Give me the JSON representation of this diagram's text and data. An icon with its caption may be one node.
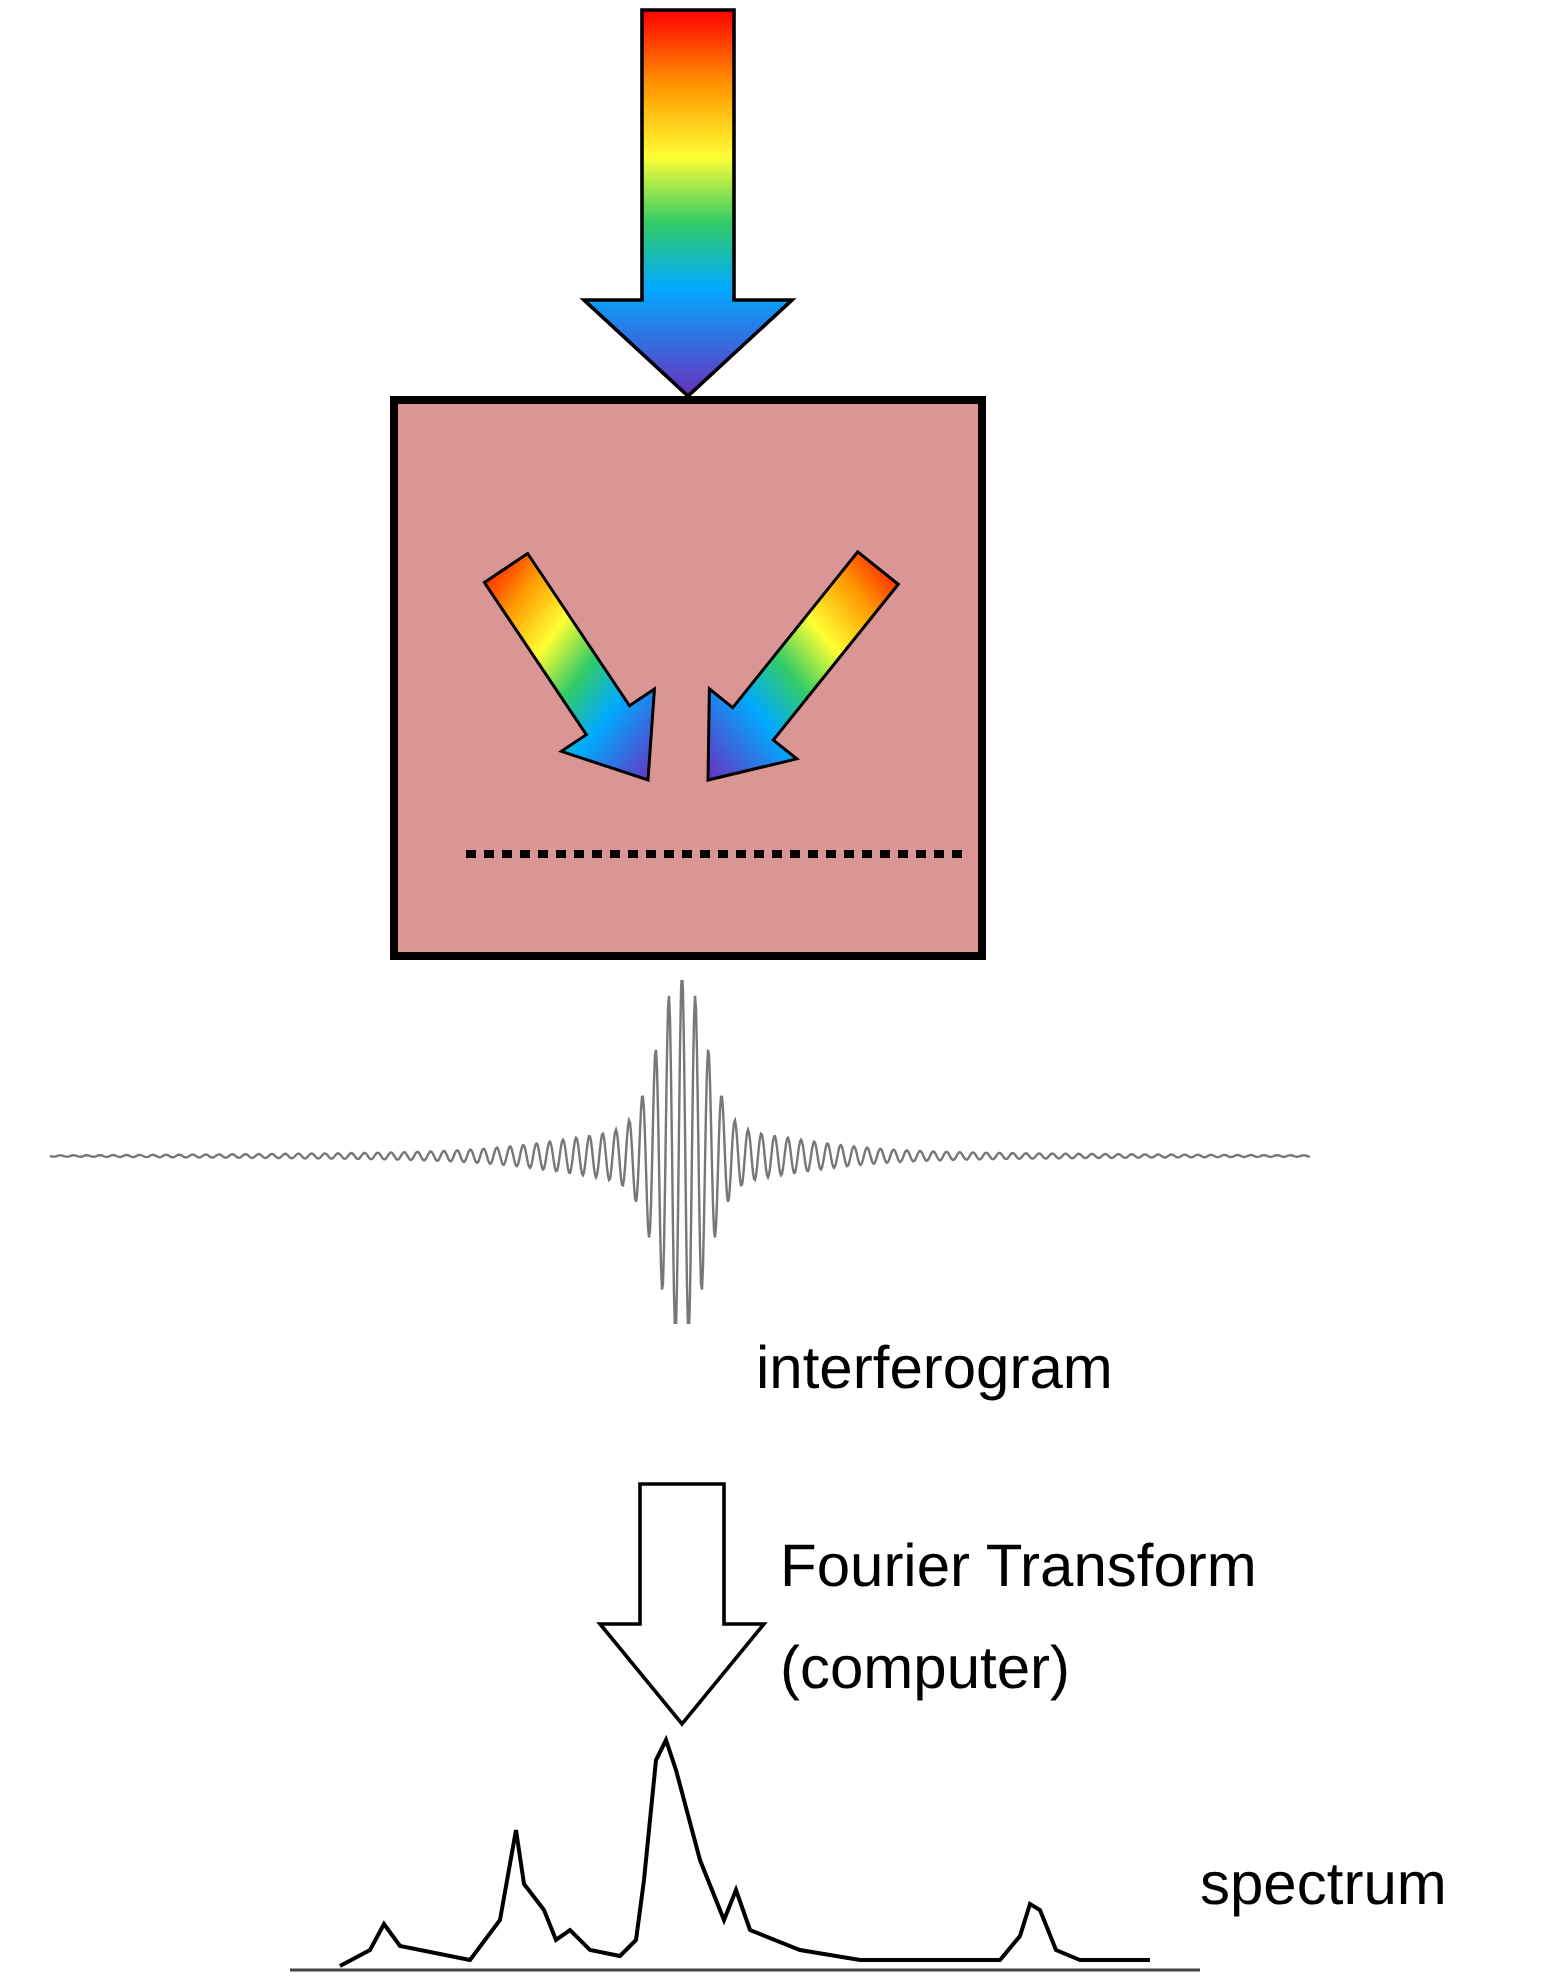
{
  "diagram": {
    "nodes": [
      {
        "text": [],
        "shape": "box"
      },
      {
        "text": [],
        "shape": "picture",
        "beside": [
          "interferogram"
        ]
      },
      {
        "text": [],
        "shape": "picture",
        "beside": [
          "spectrum"
        ]
      }
    ],
    "edges": [
      {
        "from": null,
        "to": 0,
        "arrow": "to",
        "style": "thick"
      },
      {
        "from": 1,
        "to": 2,
        "arrow": "to",
        "style": "thick",
        "color": "#ffffff",
        "label": "Fourier Transform (computer)"
      }
    ]
  }
}
